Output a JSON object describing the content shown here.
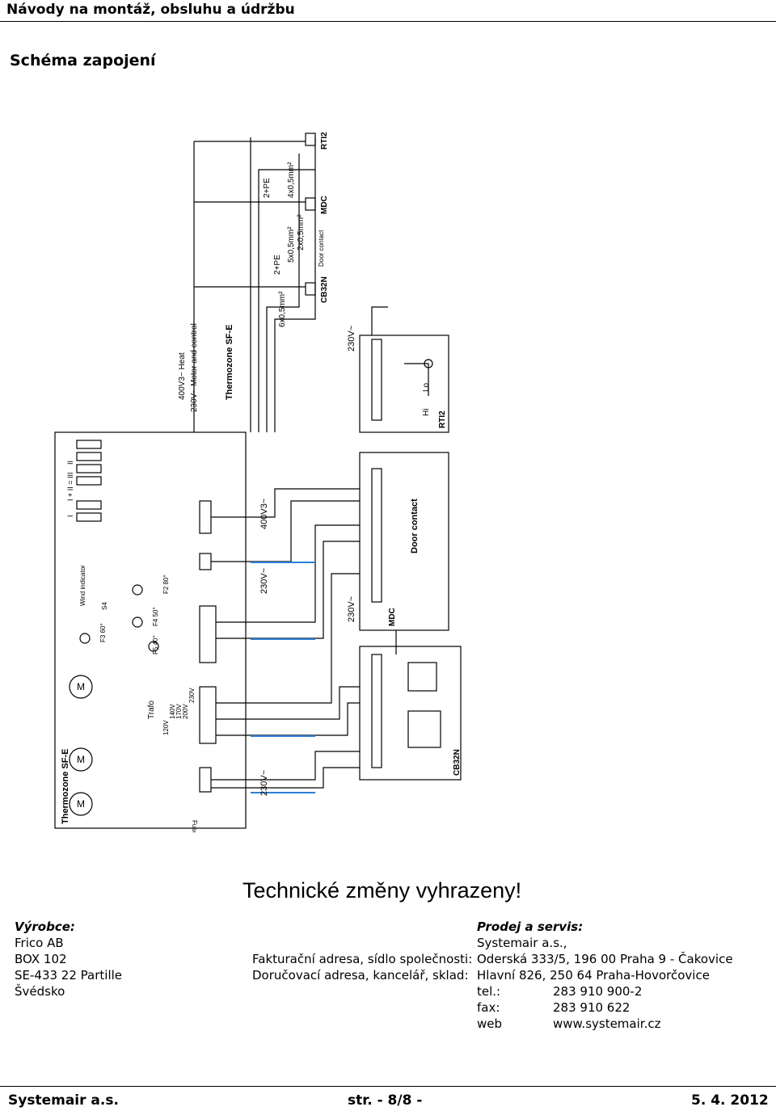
{
  "header": {
    "title": "Návody na montáž, obsluhu a údržbu"
  },
  "section": {
    "title": "Schéma zapojení"
  },
  "diagram": {
    "unit_main": "Thermozone SF-E",
    "unit_power": "Thermozone SF-E",
    "supply_heat": "400V3~ Heat",
    "supply_motor": "230V~ Motor and control",
    "cable_6x": "6x0,5mm²",
    "cable_5x": "5x0,5mm²",
    "cable_4x": "4x0,5mm²",
    "cable_2x": "2x0,5mm²",
    "pe1": "2+PE",
    "pe2": "2+PE",
    "door_contact_small": "Door contact",
    "door_contact": "Door contact",
    "rti2": "RTI2",
    "rti2_top": "RTI2",
    "mdc": "MDC",
    "mdc_top": "MDC",
    "cb32n": "CB32N",
    "cb32n_top": "CB32N",
    "v230_a": "230V~",
    "v230_b": "230V~",
    "v230_c": "230V~",
    "v230_d": "230V~",
    "v400": "400V3~",
    "hi": "Hi",
    "lo": "Lo",
    "trafo": "Trafo",
    "fuse": "Fuse",
    "wind": "Wind indicator",
    "s4": "S4",
    "f1": "F3 60°",
    "f2": "F4 50°",
    "f3": "F5 40°",
    "f4": "F2 80°",
    "m1": "M",
    "m2": "M",
    "m3": "M",
    "stage_a": "I + II = III",
    "stage_b": "II",
    "stage_c": "I",
    "volt_taps": [
      "120V",
      "140V",
      "170V",
      "200V",
      "230V"
    ]
  },
  "notice": "Technické změny vyhrazeny!",
  "manufacturer": {
    "heading": "Výrobce:",
    "lines": [
      "Frico AB",
      "BOX 102",
      "SE-433 22 Partille",
      "Švédsko"
    ]
  },
  "address_labels": {
    "billing": "Fakturační adresa, sídlo společnosti:",
    "delivery": "Doručovací adresa, kancelář, sklad:"
  },
  "dealer": {
    "heading": "Prodej a servis:",
    "name": "Systemair a.s.,",
    "billing_address": "Oderská 333/5, 196 00 Praha 9 - Čakovice",
    "delivery_address": "Hlavní 826, 250 64 Praha-Hovorčovice",
    "contacts": [
      {
        "label": "tel.:",
        "value": "283 910 900-2"
      },
      {
        "label": "fax:",
        "value": "283 910 622"
      },
      {
        "label": "web",
        "value": "www.systemair.cz"
      }
    ]
  },
  "footer": {
    "company": "Systemair a.s.",
    "page": "str. - 8/8 -",
    "date": "5. 4. 2012"
  }
}
